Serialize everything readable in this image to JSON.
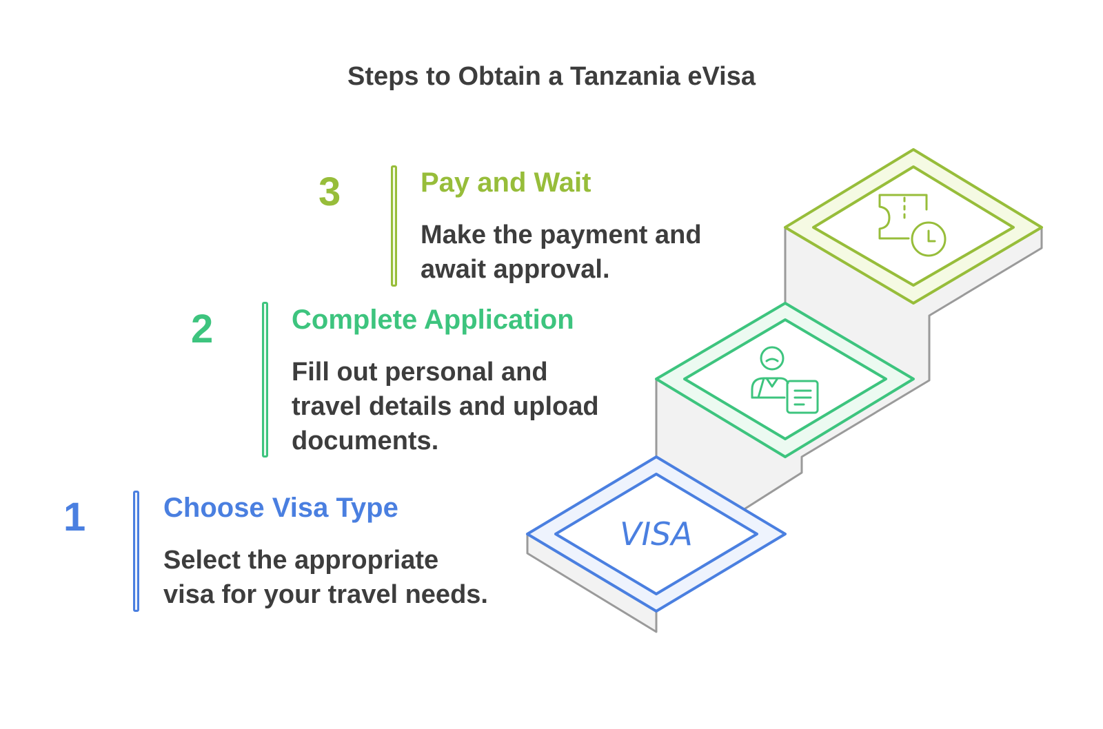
{
  "title": "Steps to Obtain a Tanzania eVisa",
  "colors": {
    "step1": "#4a7fe0",
    "step1_fill": "#eef3fd",
    "step2": "#3dc47e",
    "step2_fill": "#ecfaf1",
    "step3": "#97bd3a",
    "step3_fill": "#f5fae3",
    "side_fill": "#f2f2f2",
    "outline": "#9a9a9a",
    "text": "#3d3d3d"
  },
  "steps": [
    {
      "number": "1",
      "title": "Choose Visa Type",
      "description_lines": [
        "Select the appropriate",
        "visa for your travel needs."
      ],
      "icon": "visa-card-icon",
      "icon_text": "VISA"
    },
    {
      "number": "2",
      "title": "Complete Application",
      "description_lines": [
        "Fill out personal and",
        "travel details and upload",
        "documents."
      ],
      "icon": "user-document-icon"
    },
    {
      "number": "3",
      "title": "Pay and Wait",
      "description_lines": [
        "Make the payment and",
        "await approval."
      ],
      "icon": "ticket-clock-icon"
    }
  ]
}
